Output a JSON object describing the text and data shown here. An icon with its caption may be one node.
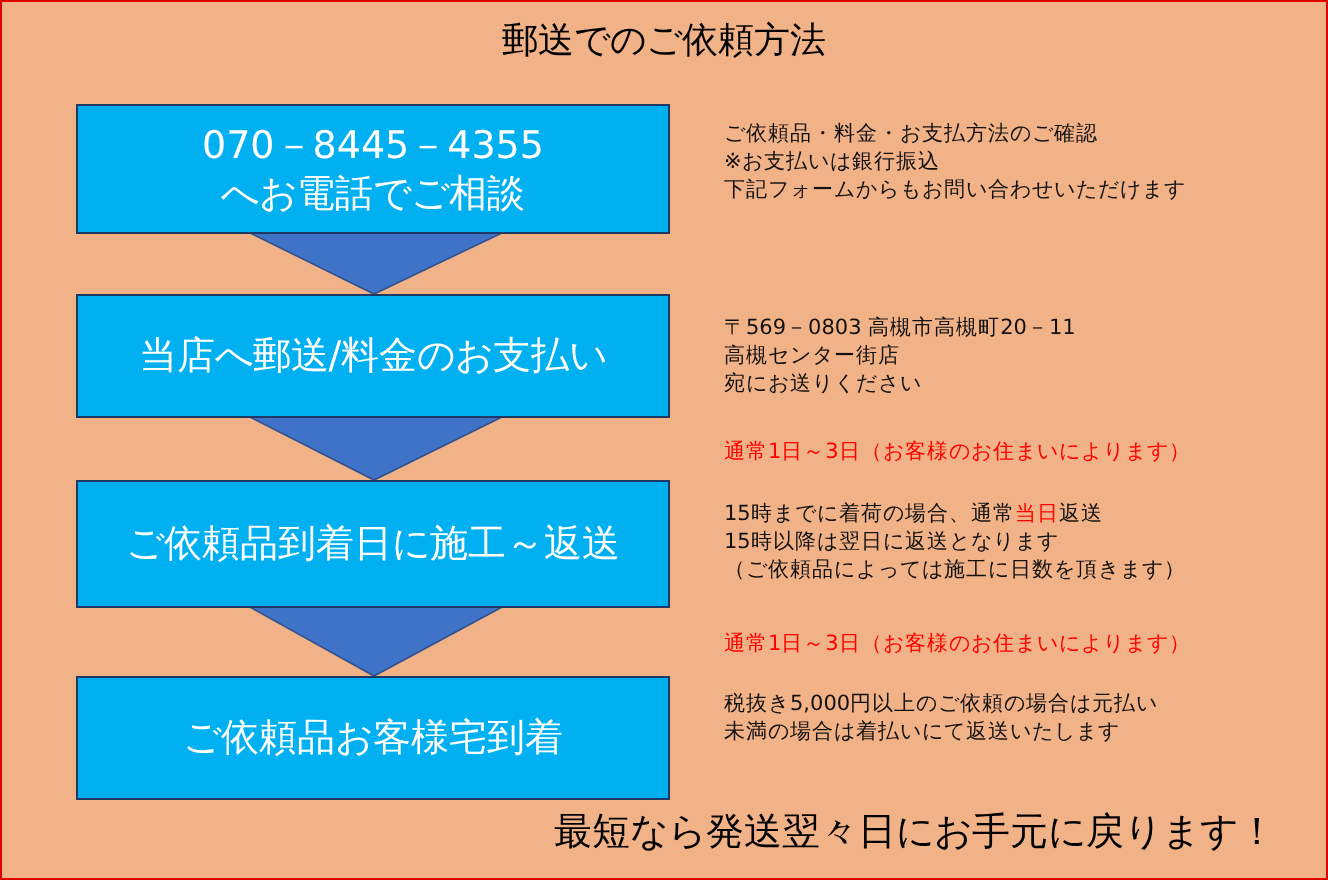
{
  "diagram": {
    "title": "郵送でのご依頼方法",
    "nodes": [
      {
        "text": [
          "070－8445－4355",
          "へお電話でご相談"
        ],
        "beside": [
          "ご依頼品・料金・お支払方法のご確認",
          "※お支払いは銀行振込",
          "下記フォームからもお問い合わせいただけます"
        ]
      },
      {
        "text": [
          "当店へ郵送/料金のお支払い"
        ],
        "beside": [
          "〒569－0803 高槻市高槻町20－11",
          "高槻センター街店",
          "宛にお送りください"
        ]
      },
      {
        "text": [
          "ご依頼品到着日に施工～返送"
        ],
        "beside": [
          "15時までに着荷の場合、通常**当日**返送",
          "15時以降は翌日に返送となります",
          "（ご依頼品によっては施工に日数を頂きます）"
        ]
      },
      {
        "text": [
          "ご依頼品お客様宅到着"
        ],
        "beside": [
          "税抜き5,000円以上のご依頼の場合は元払い",
          "未満の場合は着払いにて返送いたします"
        ]
      }
    ],
    "edges": [
      {
        "from": 0,
        "to": 1,
        "arrow": "to"
      },
      {
        "from": 1,
        "to": 2,
        "arrow": "to"
      },
      {
        "from": 2,
        "to": 3,
        "arrow": "to"
      }
    ],
    "labels": [
      "通常1日～3日（お客様のお住まいによります）",
      "通常1日～3日（お客様のお住まいによります）",
      "最短なら発送翌々日にお手元に戻ります！"
    ]
  }
}
